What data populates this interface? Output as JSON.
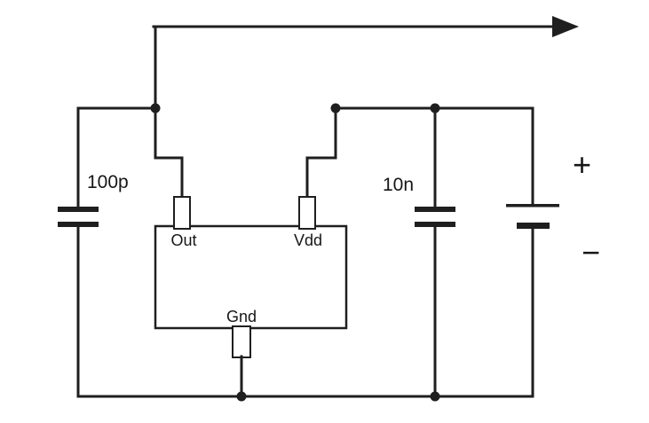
{
  "diagram": {
    "type": "circuit-schematic",
    "labels": {
      "cap_left_value": "100p",
      "cap_right_value": "10n",
      "ic_pin_out": "Out",
      "ic_pin_vdd": "Vdd",
      "ic_pin_gnd": "Gnd",
      "battery_positive": "+",
      "battery_negative": "−"
    },
    "colors": {
      "wire": "#1f1f1f",
      "background": "#ffffff"
    }
  }
}
